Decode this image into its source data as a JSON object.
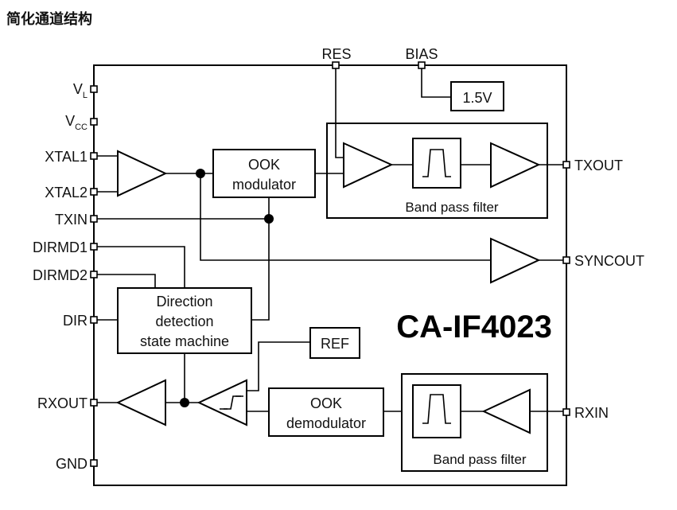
{
  "title": "简化通道结构",
  "part_number": "CA-IF4023",
  "pins": {
    "vl": {
      "main": "V",
      "sub": "L"
    },
    "vcc": {
      "main": "V",
      "sub": "CC"
    },
    "xtal1": "XTAL1",
    "xtal2": "XTAL2",
    "txin": "TXIN",
    "dirmd1": "DIRMD1",
    "dirmd2": "DIRMD2",
    "dir": "DIR",
    "rxout": "RXOUT",
    "gnd": "GND",
    "res": "RES",
    "bias": "BIAS",
    "txout": "TXOUT",
    "syncout": "SYNCOUT",
    "rxin": "RXIN"
  },
  "blocks": {
    "ook_mod": [
      "OOK",
      "modulator"
    ],
    "ook_demod": [
      "OOK",
      "demodulator"
    ],
    "dir_detect": [
      "Direction",
      "detection",
      "state machine"
    ],
    "bpf_tx": "Band pass filter",
    "bpf_rx": "Band pass filter",
    "ref": "REF",
    "v15": "1.5V"
  }
}
